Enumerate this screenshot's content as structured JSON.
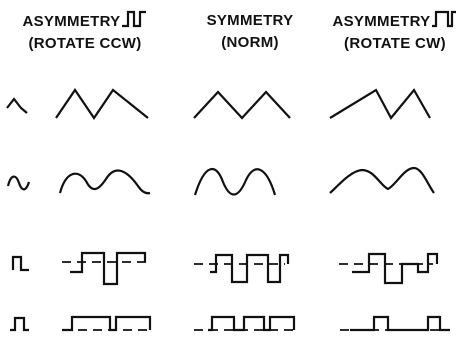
{
  "columns": [
    {
      "line1": "ASYMMETRY",
      "line2": "(ROTATE CCW)",
      "duty_glyph": "narrow-high pulse"
    },
    {
      "line1": "SYMMETRY",
      "line2": "(NORM)"
    },
    {
      "line1": "ASYMMETRY",
      "line2": "(ROTATE CW)",
      "duty_glyph": "wide-high pulse"
    }
  ],
  "rows": [
    {
      "waveform": "triangle",
      "icon": "triangle-wave-icon"
    },
    {
      "waveform": "sine",
      "icon": "sine-wave-icon"
    },
    {
      "waveform": "square",
      "icon": "square-wave-icon"
    },
    {
      "waveform": "pulse",
      "icon": "pulse-wave-icon"
    }
  ]
}
